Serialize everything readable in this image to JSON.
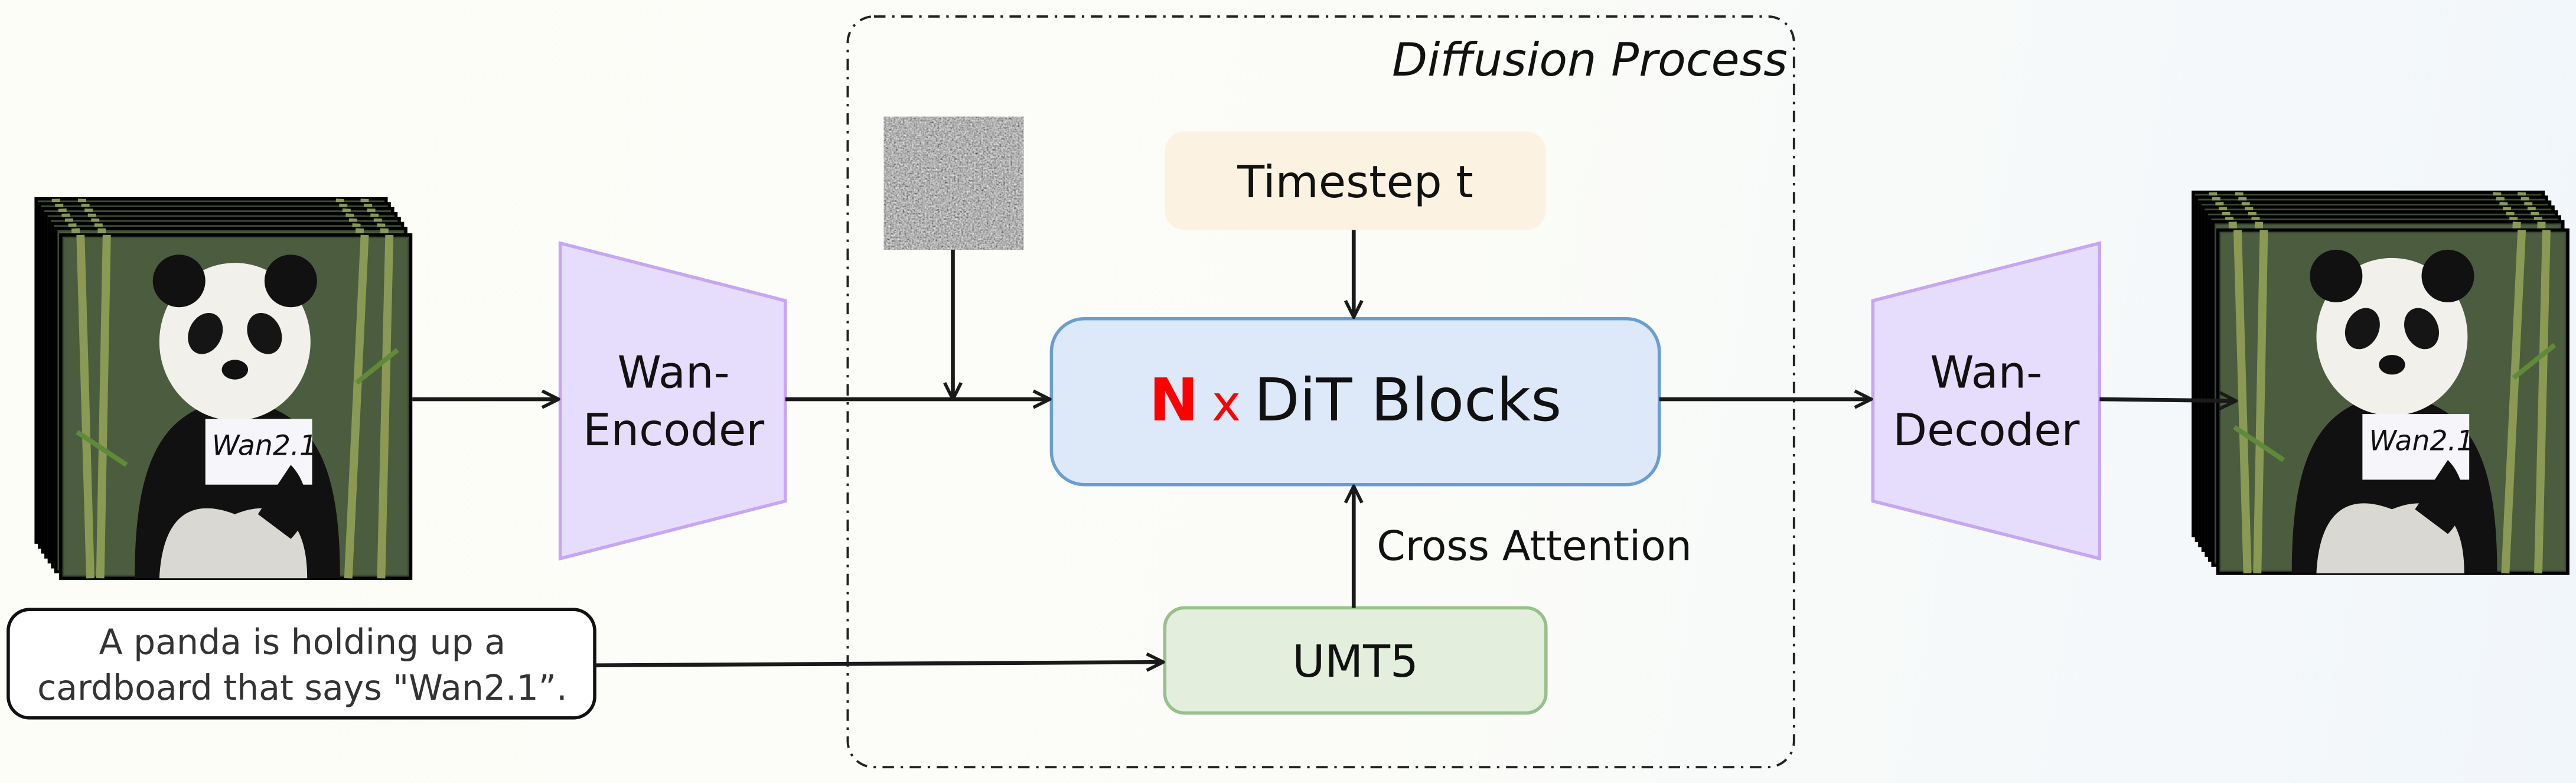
{
  "diffusion_process": {
    "title": "Diffusion Process"
  },
  "encoder": {
    "line1": "Wan-",
    "line2": "Encoder"
  },
  "decoder": {
    "line1": "Wan-",
    "line2": "Decoder"
  },
  "timestep": {
    "label": "Timestep t"
  },
  "dit": {
    "n": "N",
    "x": "x",
    "label": "DiT Blocks"
  },
  "cross_attention": {
    "label": "Cross Attention"
  },
  "umt5": {
    "label": "UMT5"
  },
  "prompt": {
    "line1": "A panda is holding up a",
    "line2": "cardboard that says \"Wan2.1”."
  },
  "input_video": {
    "sign_text": "Wan2.1"
  },
  "output_video": {
    "sign_text": "Wan2.1"
  },
  "colors": {
    "encoder_fill": "#e6dcfb",
    "encoder_stroke": "#c6a6f3",
    "timestep_fill": "#fbf2e1",
    "dit_fill": "#dde9f9",
    "dit_stroke": "#6a9ed2",
    "umt5_fill": "#e3efdc",
    "umt5_stroke": "#97c08a",
    "accent_red": "#ff0000"
  }
}
